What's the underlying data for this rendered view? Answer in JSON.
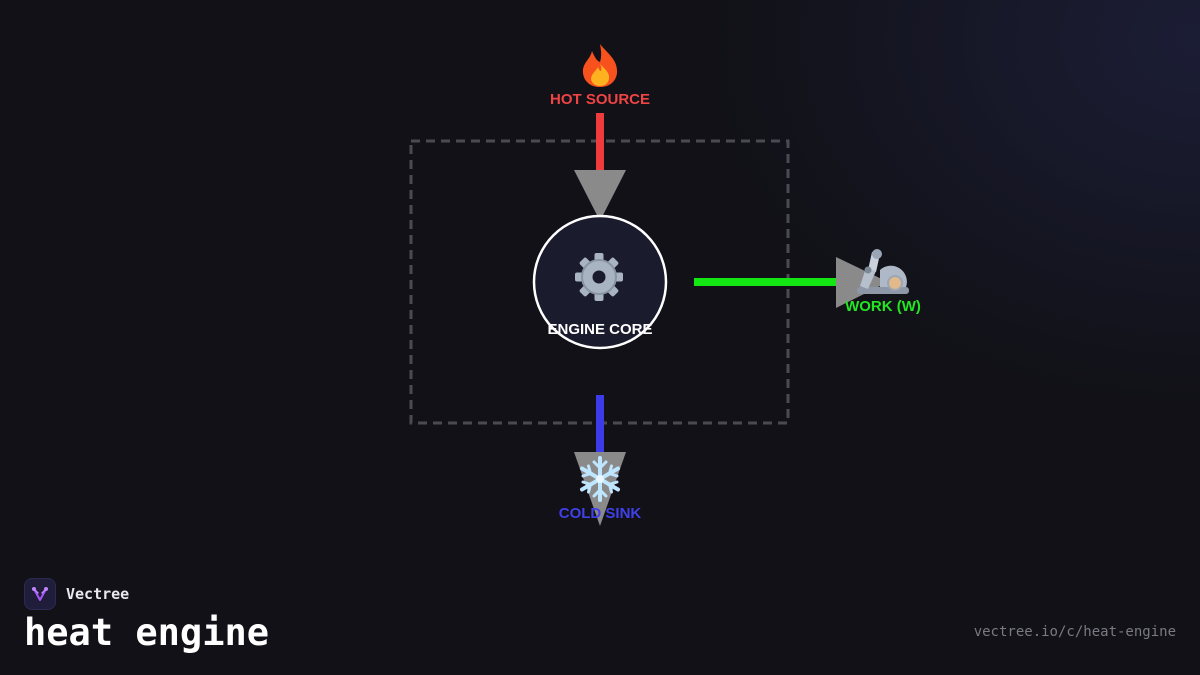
{
  "diagram": {
    "hot_source": {
      "label": "HOT SOURCE",
      "icon": "fire-icon",
      "color": "#ef4444"
    },
    "engine_core": {
      "label": "ENGINE CORE",
      "icon": "gear-icon",
      "fill": "#1b1b2e"
    },
    "work": {
      "label": "WORK (W)",
      "icon": "robotic-arm-icon",
      "color": "#22e622"
    },
    "cold_sink": {
      "label": "COLD SINK",
      "icon": "snowflake-icon",
      "color": "#4040e8"
    },
    "system_boundary": {
      "style": "dashed"
    },
    "arrowhead_color": "#8a8a8a",
    "heat_in_color": "#ef3b3b",
    "work_out_color": "#13e613",
    "heat_out_color": "#3b3bea"
  },
  "brand": {
    "name": "Vectree",
    "accent": "#a855f7"
  },
  "page": {
    "title": "heat engine",
    "url": "vectree.io/c/heat-engine"
  }
}
